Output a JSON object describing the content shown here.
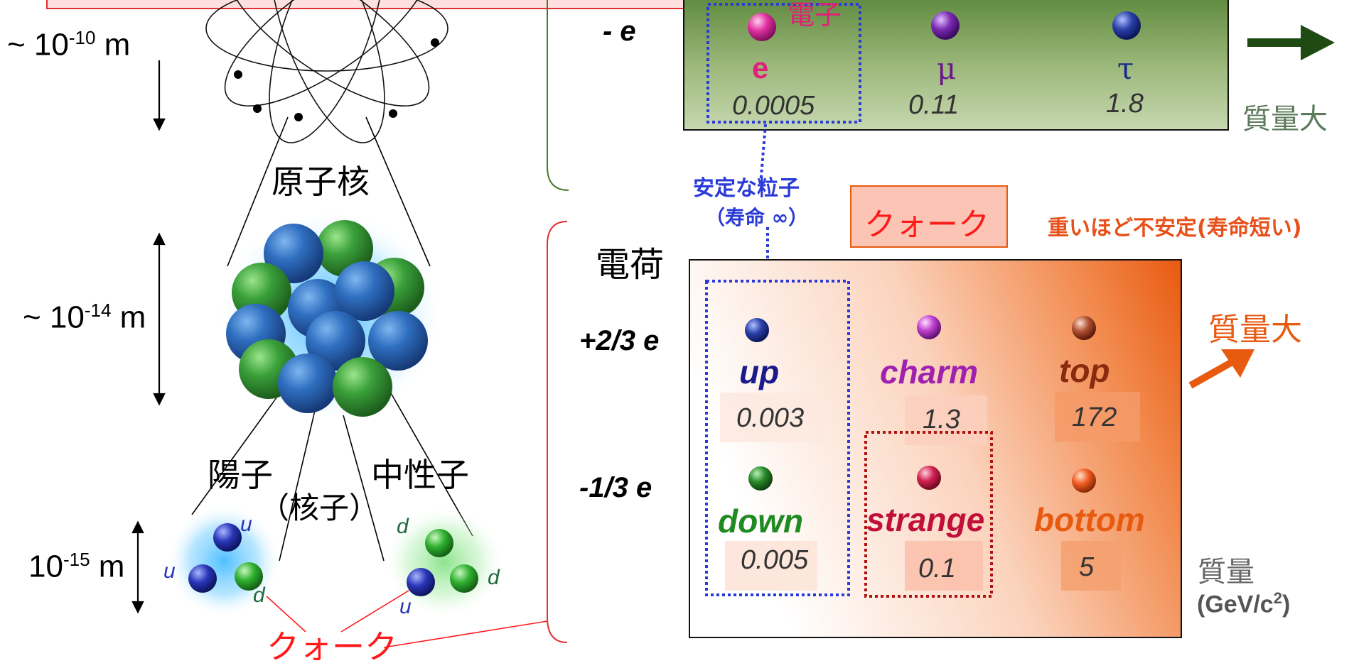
{
  "header_banner": {
    "fill": "#fde0df",
    "stroke": "#e03030"
  },
  "left_diagram": {
    "scale_atom": {
      "prefix": "~ 10",
      "exp": "-10",
      "unit": " m"
    },
    "scale_nucleus": {
      "prefix": "~ 10",
      "exp": "-14",
      "unit": " m"
    },
    "scale_nucleon": {
      "prefix": "10",
      "exp": "-15",
      "unit": " m"
    },
    "nucleus_label": "原子核",
    "proton_label": "陽子",
    "nucleon_label": "（核子）",
    "neutron_label": "中性子",
    "quark_label": "クォーク",
    "proton_quarks": [
      "u",
      "u",
      "d"
    ],
    "neutron_quarks": [
      "d",
      "d",
      "u"
    ]
  },
  "lepton_panel": {
    "charge": "- e",
    "electron_tag": "電子",
    "particles": [
      {
        "symbol": "e",
        "mass": "0.0005",
        "color": "#e0207a"
      },
      {
        "symbol": "μ",
        "mass": "0.11",
        "color": "#6a1a8a"
      },
      {
        "symbol": "τ",
        "mass": "1.8",
        "color": "#1a2a8a"
      }
    ],
    "mass_large": "質量大",
    "arrow_color": "#1f4a12"
  },
  "stable_note": {
    "line1": "安定な粒子",
    "line2": "（寿命 ∞）"
  },
  "quark_panel": {
    "title": "クォーク",
    "unstable_note": "重いほど不安定(寿命短い)",
    "charge_header": "電荷",
    "charge_up": "+2/3 e",
    "charge_down": "-1/3 e",
    "up_type": [
      {
        "name": "up",
        "mass": "0.003",
        "color": "#1a1a8a"
      },
      {
        "name": "charm",
        "mass": "1.3",
        "color": "#a020b0"
      },
      {
        "name": "top",
        "mass": "172",
        "color": "#8a2a10"
      }
    ],
    "down_type": [
      {
        "name": "down",
        "mass": "0.005",
        "color": "#1f8a1f"
      },
      {
        "name": "strange",
        "mass": "0.1",
        "color": "#c0103a"
      },
      {
        "name": "bottom",
        "mass": "5",
        "color": "#e85a10"
      }
    ],
    "mass_large": "質量大",
    "mass_axis_label": "質量",
    "mass_unit": "(GeV/c",
    "mass_unit_exp": "2",
    "mass_unit_close": ")",
    "accent": "#e85a10"
  }
}
